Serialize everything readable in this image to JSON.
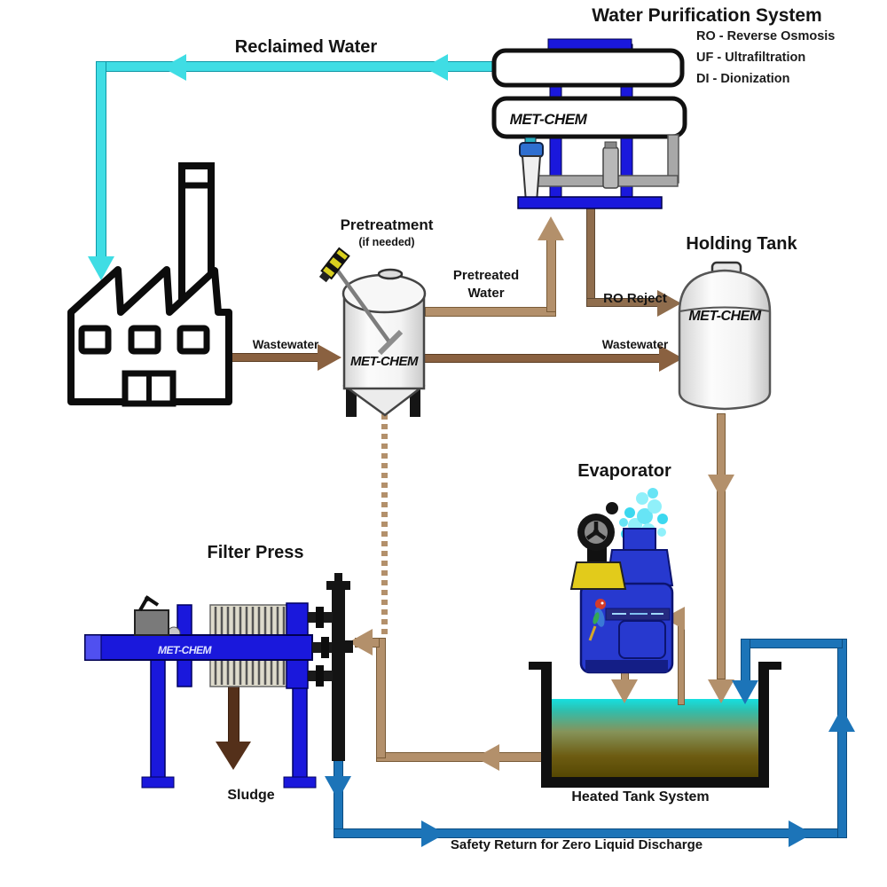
{
  "header": {
    "title": "Water Purification System"
  },
  "legend": [
    "RO - Reverse Osmosis",
    "UF - Ultrafiltration",
    "DI - Dionization"
  ],
  "labels": {
    "reclaimed_water": "Reclaimed Water",
    "pretreatment": "Pretreatment",
    "pretreatment_note": "(if needed)",
    "pretreated_water": {
      "line1": "Pretreated",
      "line2": "Water"
    },
    "wastewater_factory": "Wastewater",
    "wastewater_holding": "Wastewater",
    "ro_reject": "RO Reject",
    "holding_tank": "Holding Tank",
    "evaporator": "Evaporator",
    "filter_press": "Filter Press",
    "sludge": "Sludge",
    "heated_tank": "Heated Tank System",
    "safety_return": "Safety Return for Zero Liquid Discharge"
  },
  "brand": "MET-CHEM",
  "colors": {
    "pipe_cyan": "#3FDDE4",
    "pipe_blue": "#1C74B8",
    "pipe_tan": "#B3906B",
    "pipe_brown": "#8A6140",
    "pipe_ro": "#8F6D4D",
    "sludge_brown": "#54301A",
    "equip_blue": "#1A18DC",
    "evap_blue": "#2739CF",
    "accent_yellow": "#E2CB1B",
    "liquid_top": "#16DFE0",
    "liquid_bottom": "#524400"
  }
}
